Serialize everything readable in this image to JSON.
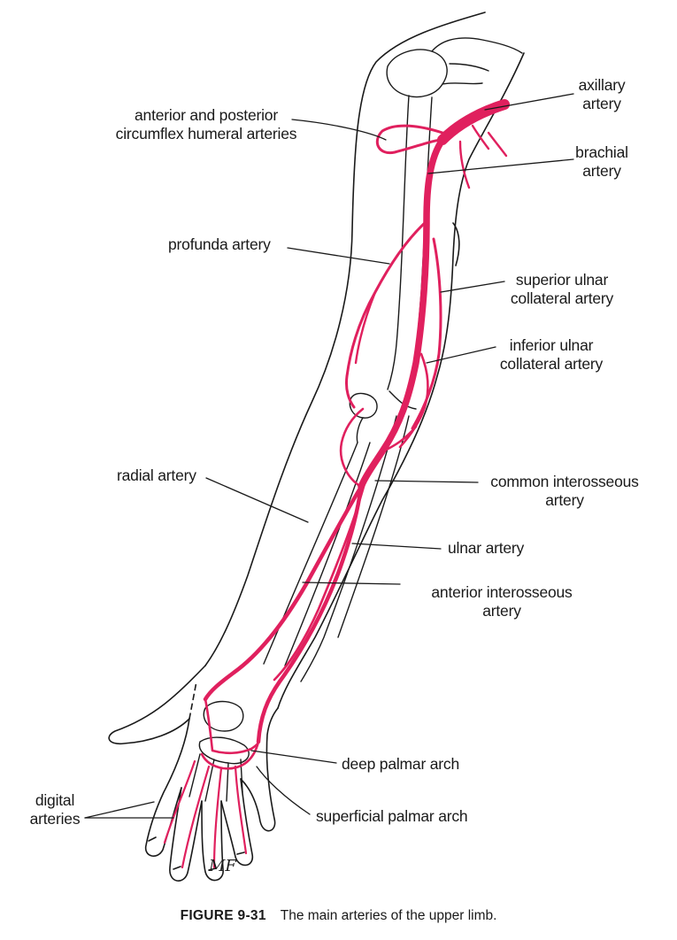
{
  "labels": {
    "axillary": "axillary\nartery",
    "brachial": "brachial\nartery",
    "circumflex": "anterior and posterior\ncircumflex humeral arteries",
    "profunda": "profunda artery",
    "superior_ulnar_collateral": "superior ulnar\ncollateral artery",
    "inferior_ulnar_collateral": "inferior ulnar\ncollateral artery",
    "radial": "radial artery",
    "common_interosseous": "common interosseous\nartery",
    "ulnar": "ulnar artery",
    "anterior_interosseous": "anterior interosseous\nartery",
    "deep_palmar_arch": "deep palmar arch",
    "superficial_palmar_arch": "superficial palmar arch",
    "digital": "digital\narteries"
  },
  "caption": {
    "number": "FIGURE 9-31",
    "text": "The main arteries of the upper limb."
  },
  "signature": "MF",
  "colors": {
    "artery": "#e0205e",
    "outline": "#1a1a1a"
  }
}
